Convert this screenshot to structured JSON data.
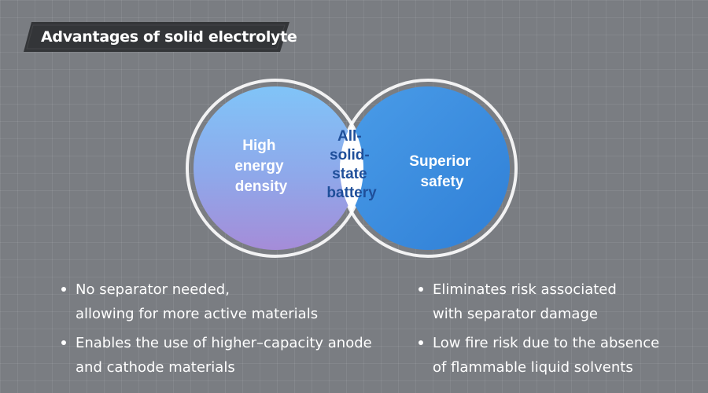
{
  "title": "Advantages of solid electrolyte",
  "diagram": {
    "left_circle": {
      "lines": [
        "High",
        "energy",
        "density"
      ]
    },
    "center": {
      "lines": [
        "All-",
        "solid-",
        "state",
        "battery"
      ]
    },
    "right_circle": {
      "lines": [
        "Superior",
        "safety"
      ]
    }
  },
  "bullets_left": [
    {
      "lines": [
        "No separator needed,",
        "allowing for more active materials"
      ]
    },
    {
      "lines": [
        "Enables the use of higher–capacity anode",
        "and cathode materials"
      ]
    }
  ],
  "bullets_right": [
    {
      "lines": [
        "Eliminates risk associated",
        "with separator damage"
      ]
    },
    {
      "lines": [
        "Low fire risk due to the absence",
        "of flammable liquid solvents"
      ]
    }
  ],
  "colors": {
    "banner": "#333538",
    "left_circle_top": "#80c4f8",
    "left_circle_bottom": "#a58cd8",
    "right_circle": "#3b8de0",
    "center_text": "#1f4f9a"
  }
}
